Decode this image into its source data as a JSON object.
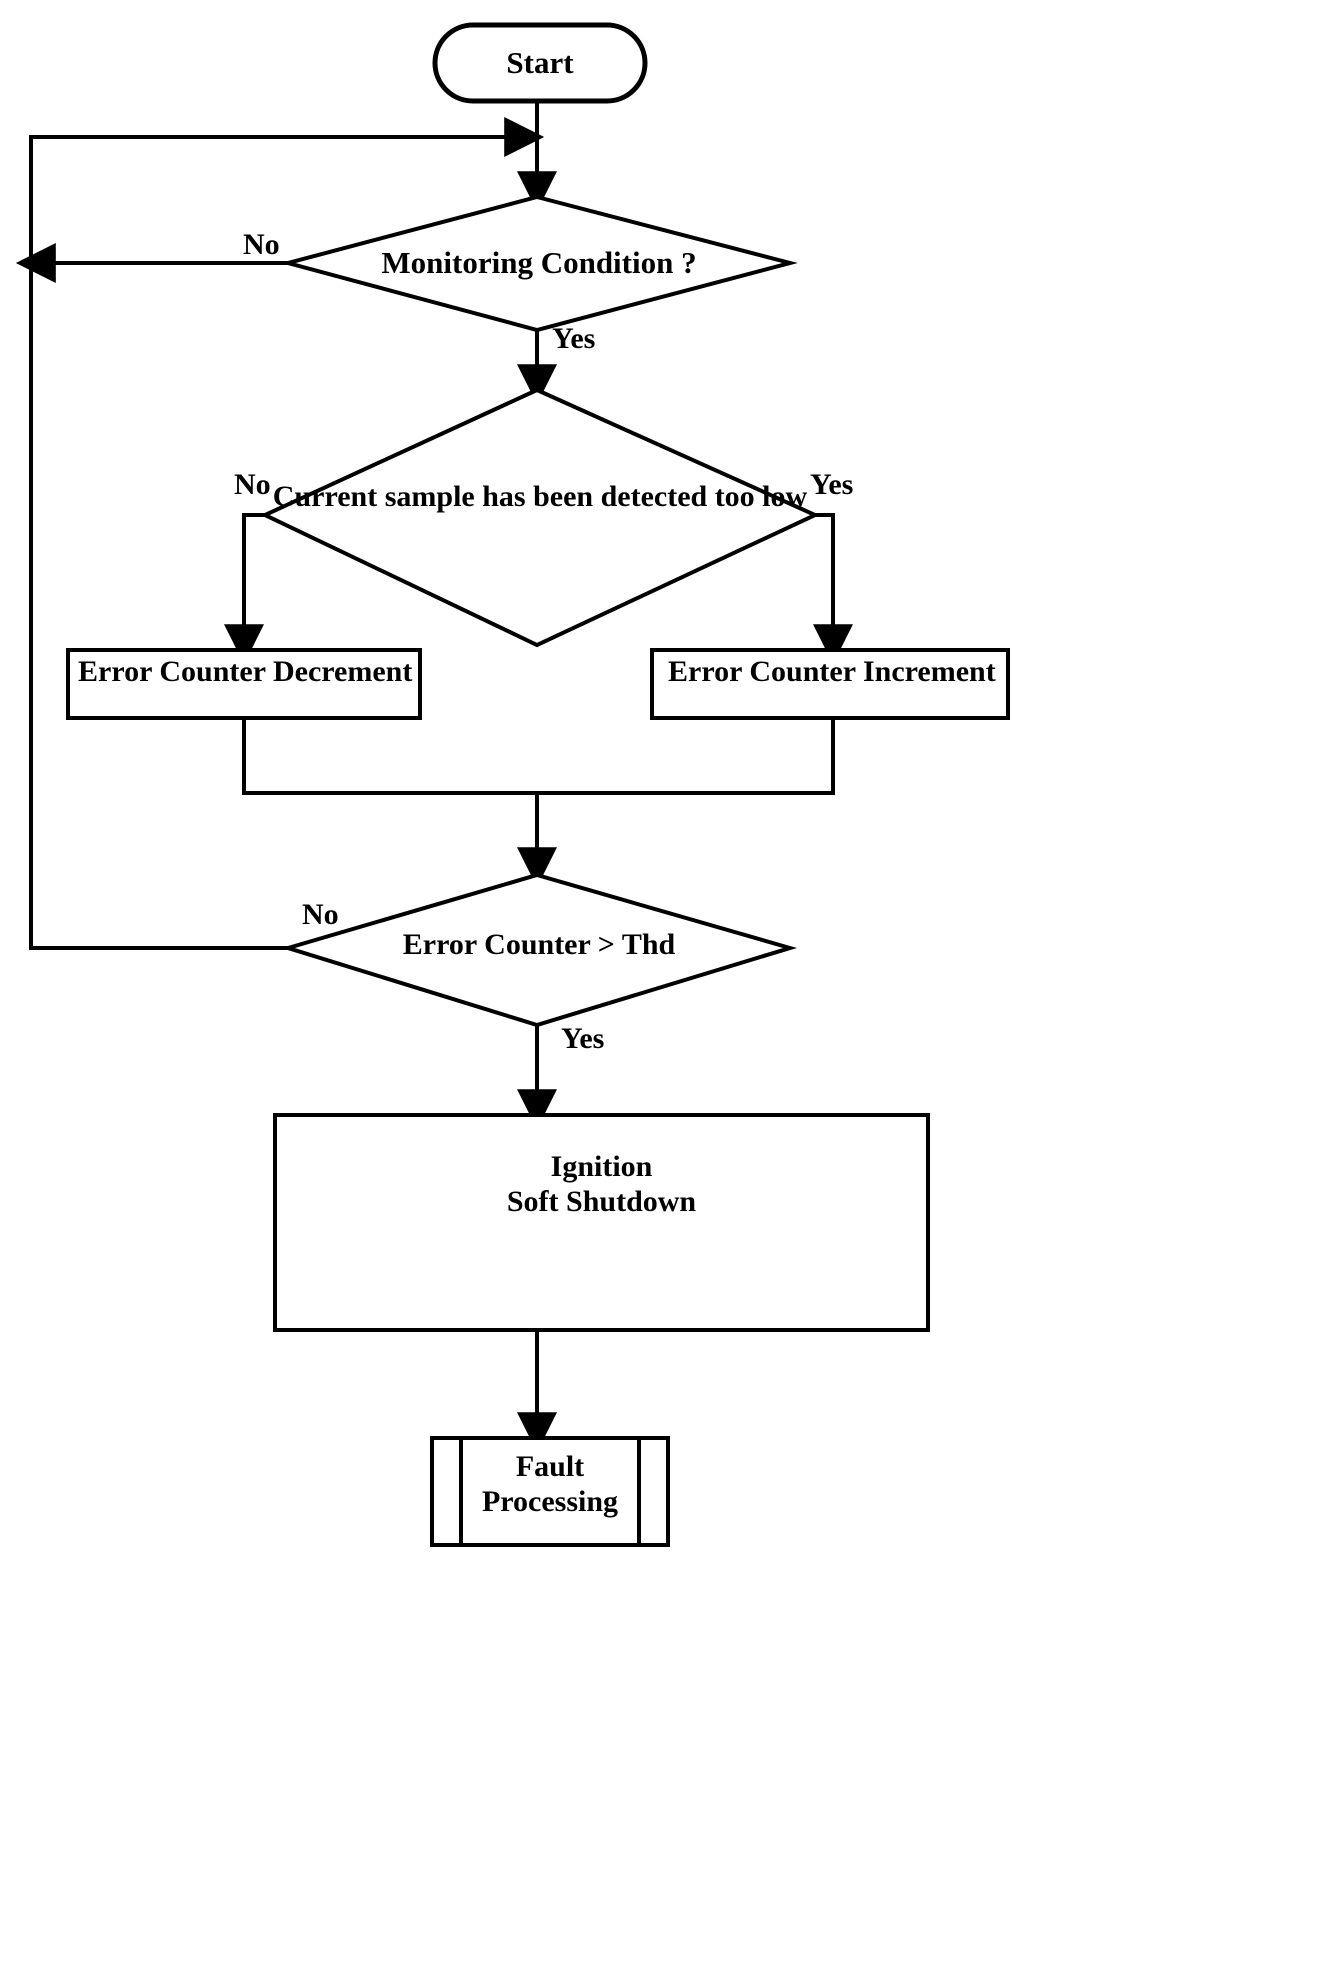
{
  "diagram": {
    "title": "Ignition monitoring fault detection flowchart",
    "stroke_color": "#000000",
    "fill_color": "#ffffff",
    "nodes": {
      "start": {
        "label": "Start",
        "shape": "stadium"
      },
      "decision_monitoring": {
        "label": "Monitoring Condition ?",
        "shape": "diamond"
      },
      "decision_sample": {
        "label": "Current sample has been detected too low",
        "shape": "diamond"
      },
      "process_decrement": {
        "label": "Error Counter Decrement",
        "shape": "rectangle"
      },
      "process_increment": {
        "label": "Error Counter Increment",
        "shape": "rectangle"
      },
      "decision_threshold": {
        "label": "Error Counter >  Thd",
        "shape": "diamond"
      },
      "process_shutdown": {
        "line1": "Ignition",
        "line2": "Soft Shutdown",
        "shape": "rectangle"
      },
      "process_fault": {
        "line1": "Fault",
        "line2": "Processing",
        "shape": "predefined-process"
      }
    },
    "edge_labels": {
      "monitoring_no": "No",
      "monitoring_yes": "Yes",
      "sample_no": "No",
      "sample_yes": "Yes",
      "threshold_no": "No",
      "threshold_yes": "Yes"
    }
  }
}
